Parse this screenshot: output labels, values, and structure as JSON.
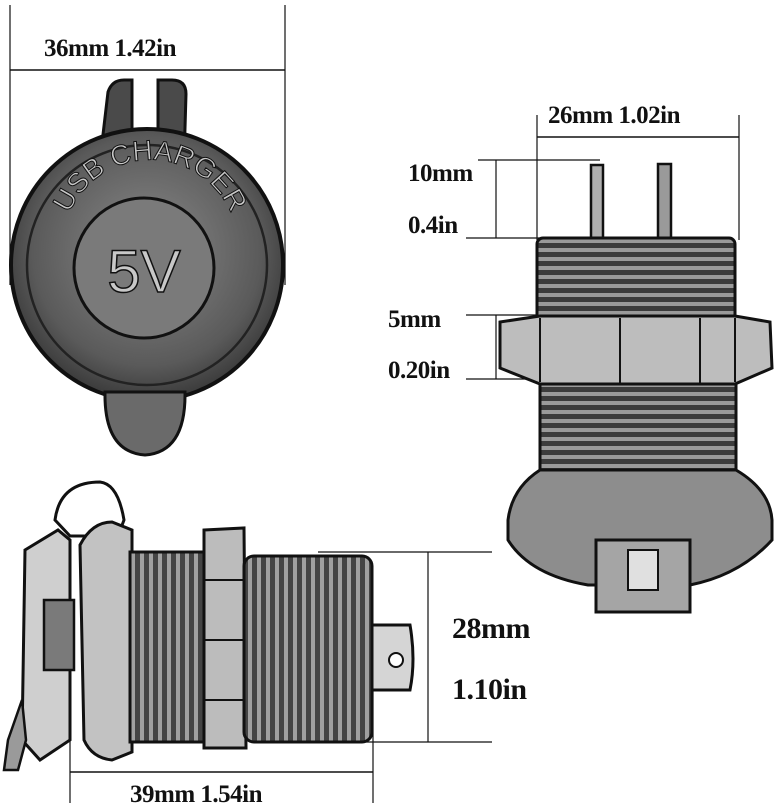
{
  "cap_view": {
    "width_dim": "36mm 1.42in",
    "printed_label": "USB CHARGER",
    "voltage_label": "5V"
  },
  "side_view": {
    "width_dim": "26mm 1.02in",
    "pin_height_mm": "10mm",
    "pin_height_in": "0.4in",
    "nut_thickness_mm": "5mm",
    "nut_thickness_in": "0.20in"
  },
  "profile_view": {
    "diameter_mm": "28mm",
    "diameter_in": "1.10in",
    "length_dim": "39mm 1.54in"
  },
  "colors": {
    "body": "#3a3a3a",
    "body_mid": "#6a6a6a",
    "outline": "#111111",
    "dim_line": "#111111"
  }
}
